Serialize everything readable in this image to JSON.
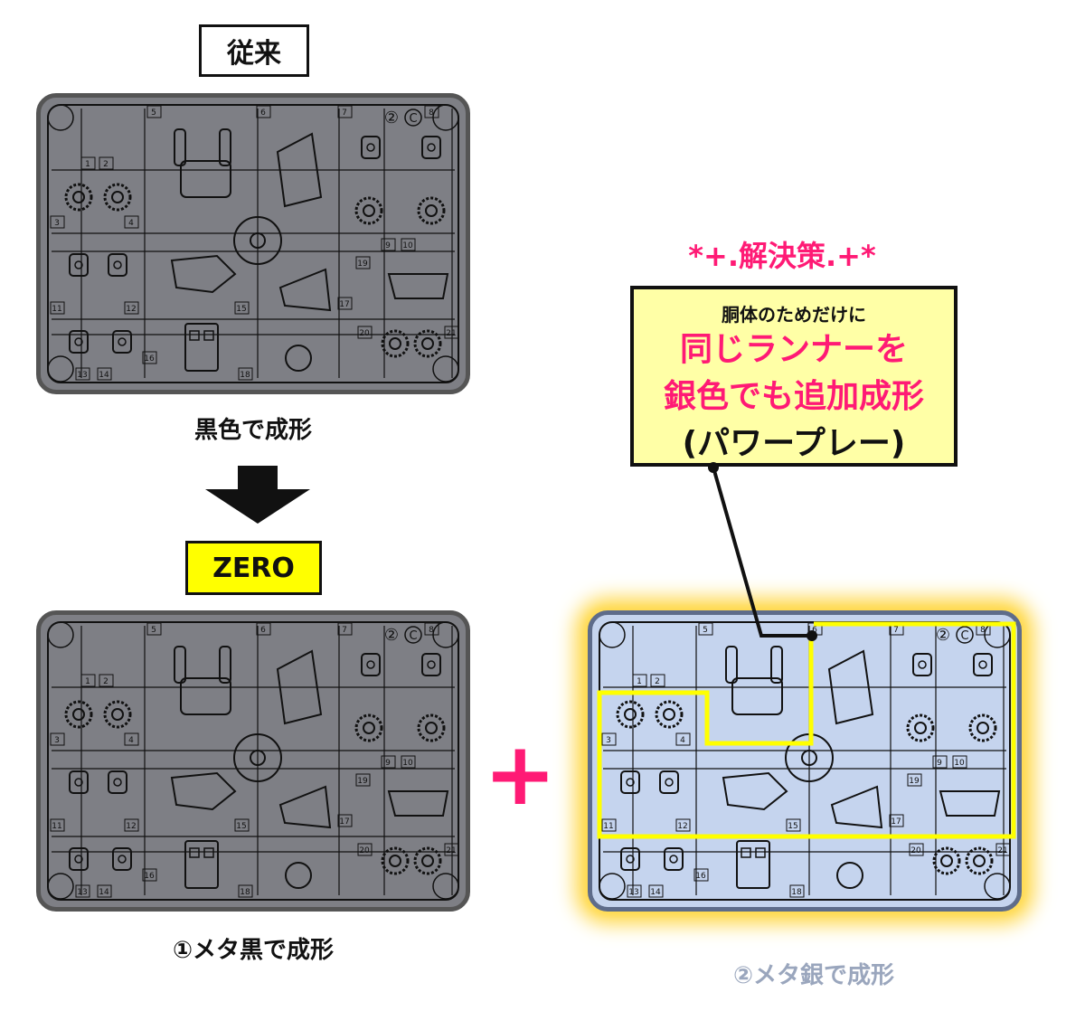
{
  "labels": {
    "conventional": "従来",
    "zero": "ZERO",
    "black_molding": "黒色で成形",
    "meta_black": "①メタ黒で成形",
    "meta_silver": "②メタ銀で成形",
    "plus": "+"
  },
  "solution": {
    "headline": "*+.解決策.+*",
    "sub": "胴体のためだけに",
    "line1": "同じランナーを",
    "line2": "銀色でも追加成形",
    "line3": "(パワープレー)"
  },
  "runner": {
    "part_numbers": [
      "1",
      "2",
      "3",
      "4",
      "5",
      "6",
      "7",
      "8",
      "9",
      "10",
      "11",
      "12",
      "13",
      "14",
      "15",
      "16",
      "17",
      "18",
      "19",
      "20",
      "21"
    ],
    "marker_2": "②",
    "marker_c": "C"
  },
  "colors": {
    "accent": "#ff1a75",
    "highlight_yellow": "#ffff00",
    "silver_runner": "#c5d4ee",
    "black_runner": "#7e7f85"
  }
}
